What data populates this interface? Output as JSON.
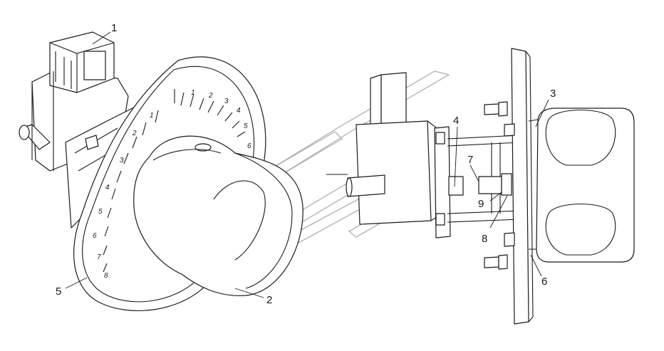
{
  "callouts": [
    "1",
    "2",
    "3",
    "4",
    "5",
    "6",
    "7",
    "8",
    "9"
  ],
  "dial_scale": [
    "1",
    "2",
    "3",
    "4",
    "5",
    "6",
    "1",
    "2",
    "3",
    "4",
    "5",
    "6",
    "7",
    "8"
  ],
  "colors": {
    "line": "#1a1a1a",
    "watermark": "#b0b0b0",
    "fill": "#ffffff"
  }
}
